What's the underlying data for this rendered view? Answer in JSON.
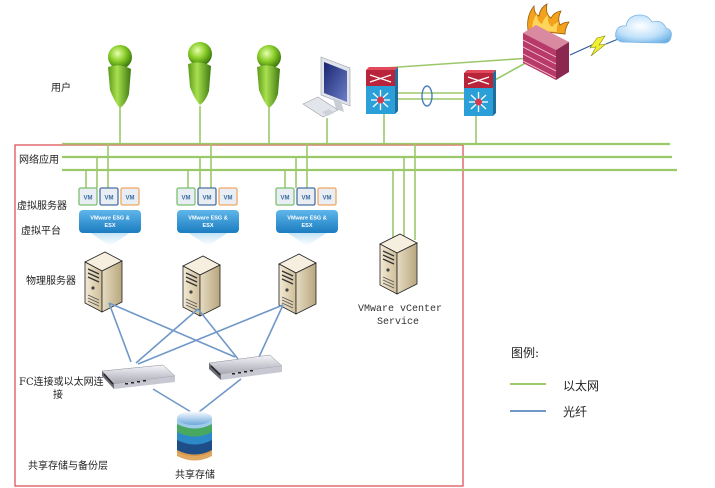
{
  "diagram": {
    "layers": {
      "users": "用户",
      "network_apps": "网络应用",
      "virtual_servers": "虚拟服务器",
      "virtual_platform": "虚拟平台",
      "physical_servers": "物理服务器",
      "fc_or_ethernet_line1": "FC连接或以太网连",
      "fc_or_ethernet_line2": "接",
      "shared_storage_backup_layer": "共享存储与备份层"
    },
    "nodes": {
      "vcenter_line1": "VMware vCenter",
      "vcenter_line2": "Service",
      "shared_storage": "共享存储",
      "vm_label": "VM",
      "esx_line1": "VMware ESG &",
      "esx_line2": "ESX"
    },
    "hosts": [
      {
        "vms": [
          "VM",
          "VM",
          "VM"
        ]
      },
      {
        "vms": [
          "VM",
          "VM",
          "VM"
        ]
      },
      {
        "vms": [
          "VM",
          "VM",
          "VM"
        ]
      }
    ],
    "legend": {
      "title": "图例:",
      "items": [
        {
          "label": "以太网",
          "color": "#9bc86a"
        },
        {
          "label": "光纤",
          "color": "#7098c8"
        }
      ]
    },
    "colors": {
      "ethernet": "#9bc86a",
      "fiber": "#7098c8",
      "boundary": "#d9454c"
    }
  }
}
